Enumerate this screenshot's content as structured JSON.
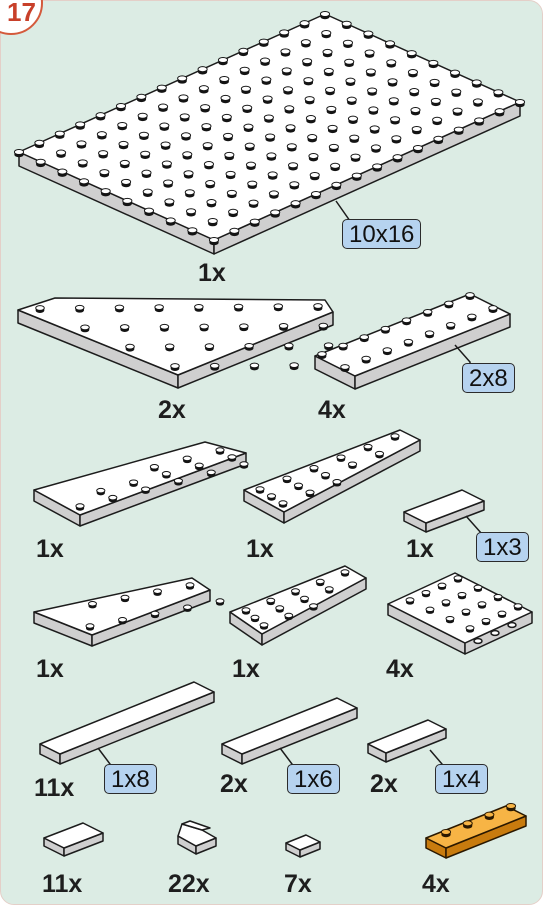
{
  "step_number": "17",
  "parts": [
    {
      "id": "plate-10x16",
      "qty": "1x",
      "size_label": "10x16"
    },
    {
      "id": "wedge-plate-large",
      "qty": "2x"
    },
    {
      "id": "plate-2x8",
      "qty": "4x",
      "size_label": "2x8"
    },
    {
      "id": "wedge-plate-left-a",
      "qty": "1x"
    },
    {
      "id": "wedge-plate-right-a",
      "qty": "1x"
    },
    {
      "id": "plate-1x3",
      "qty": "1x",
      "size_label": "1x3"
    },
    {
      "id": "wedge-plate-left-b",
      "qty": "1x"
    },
    {
      "id": "wedge-plate-right-b",
      "qty": "1x"
    },
    {
      "id": "hinge-plate",
      "qty": "4x"
    },
    {
      "id": "plate-1x8",
      "qty": "11x",
      "size_label": "1x8"
    },
    {
      "id": "plate-1x6",
      "qty": "2x",
      "size_label": "1x6"
    },
    {
      "id": "plate-1x4",
      "qty": "2x",
      "size_label": "1x4"
    },
    {
      "id": "tile-1x2",
      "qty": "11x"
    },
    {
      "id": "slope-1x1",
      "qty": "22x"
    },
    {
      "id": "tile-1x1",
      "qty": "7x"
    },
    {
      "id": "plate-1x4-orange",
      "qty": "4x"
    }
  ],
  "colors": {
    "background": "#dcece4",
    "callout": "#b6d3ef",
    "step_badge": "#d45a3c",
    "part_white": "#ffffff",
    "part_orange": "#f5a623"
  }
}
